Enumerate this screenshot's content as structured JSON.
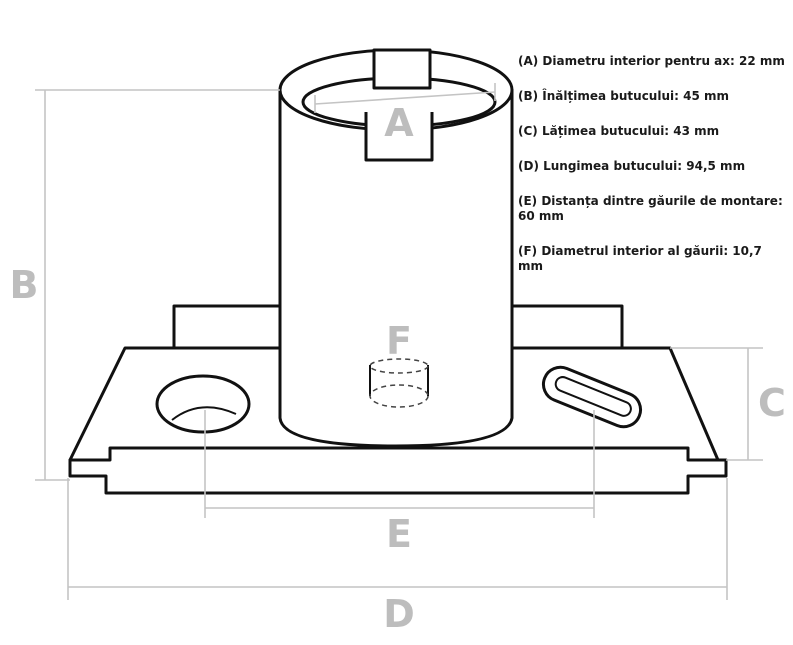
{
  "dimension_letters": {
    "a": "A",
    "b": "B",
    "c": "C",
    "d": "D",
    "e": "E",
    "f": "F"
  },
  "specs": [
    "(A) Diametru interior pentru ax: 22 mm",
    "(B) Înălțimea butucului: 45 mm",
    "(C) Lățimea butucului: 43 mm",
    "(D) Lungimea butucului: 94,5 mm",
    "(E) Distanța dintre găurile de montare: 60 mm",
    "(F) Diametrul interior al găurii: 10,7 mm"
  ],
  "colors": {
    "outline": "#111111",
    "dimension": "#c4c4c4",
    "letters": "#bdbdbd",
    "text": "#1a1a1a"
  }
}
